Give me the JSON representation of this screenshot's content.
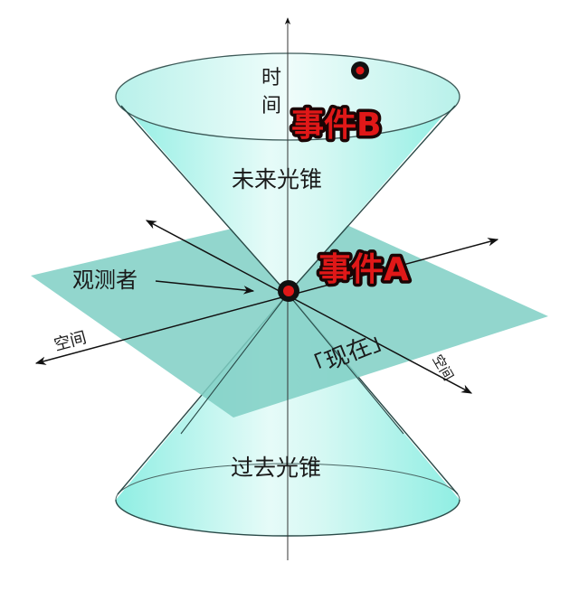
{
  "diagram": {
    "title": "光锥 (Light Cone) spacetime diagram",
    "labels": {
      "time_axis_line1": "时",
      "time_axis_line2": "间",
      "future_cone": "未来光锥",
      "past_cone": "过去光锥",
      "observer": "观测者",
      "space_left": "空间",
      "space_right": "空间",
      "now": "「现在」",
      "event_a": "事件A",
      "event_b": "事件B"
    },
    "colors": {
      "cone_fill": "#bff5ef",
      "cone_edge": "#2a4a48",
      "plane_fill": "#7fcfc4",
      "event_fill": "#e01818",
      "event_outline": "#1a0505",
      "axis": "#111111"
    },
    "nodes": [
      {
        "id": "observer",
        "label": "观测者"
      },
      {
        "id": "event-a",
        "label": "事件A",
        "position": "origin"
      },
      {
        "id": "event-b",
        "label": "事件B",
        "position": "inside future cone"
      },
      {
        "id": "future-cone",
        "label": "未来光锥"
      },
      {
        "id": "past-cone",
        "label": "过去光锥"
      },
      {
        "id": "present-plane",
        "label": "「现在」"
      }
    ],
    "edges": [
      {
        "from": "observer",
        "to": "event-a",
        "type": "pointer-arrow"
      }
    ]
  }
}
